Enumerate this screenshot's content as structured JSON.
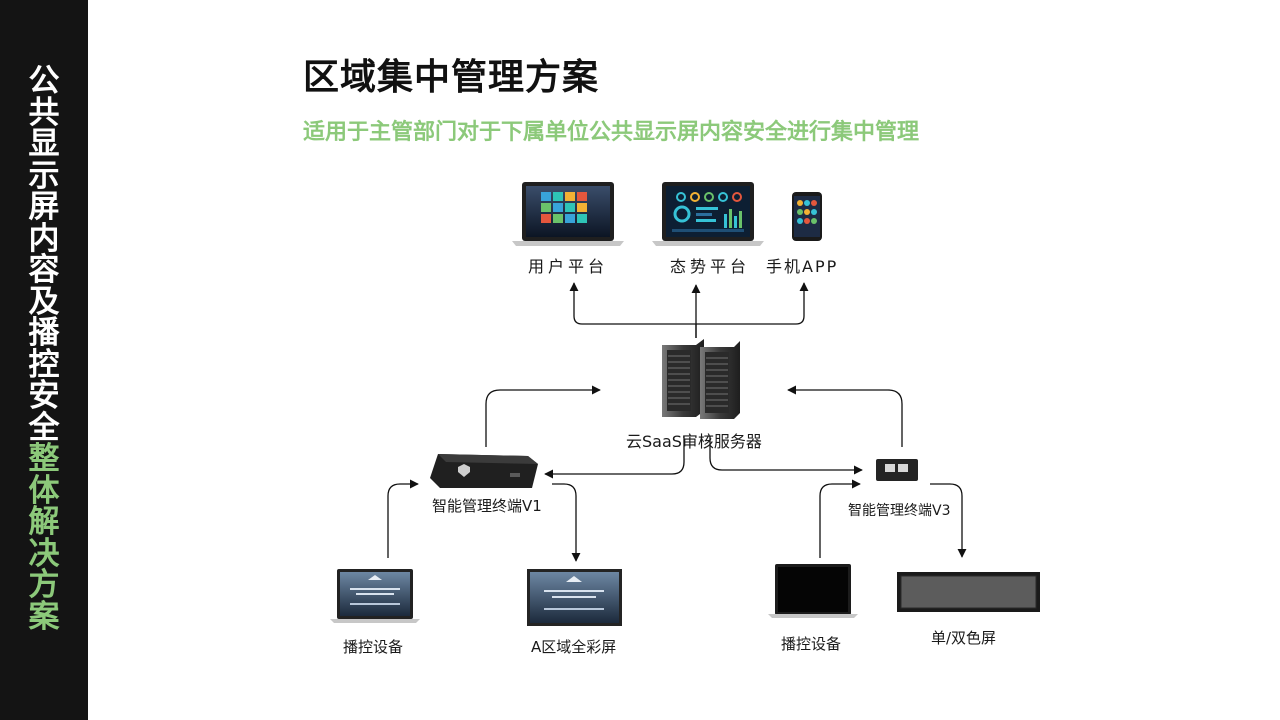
{
  "sidebar": {
    "title_white": "公共显示屏内容及播控安全",
    "title_green": "整体解决方案"
  },
  "header": {
    "title": "区域集中管理方案",
    "subtitle": "适用于主管部门对于下属单位公共显示屏内容安全进行集中管理"
  },
  "diagram": {
    "top_nodes": {
      "user_platform": "用户平台",
      "situation_platform": "态势平台",
      "mobile_app": "手机APP"
    },
    "server": "云SaaS审核服务器",
    "terminal_v1": "智能管理终端V1",
    "terminal_v3": "智能管理终端V3",
    "left_playback": "播控设备",
    "area_screen": "A区域全彩屏",
    "right_playback": "播控设备",
    "mono_screen": "单/双色屏"
  },
  "colors": {
    "sidebar_bg": "#141414",
    "accent_green": "#8cc97a"
  }
}
